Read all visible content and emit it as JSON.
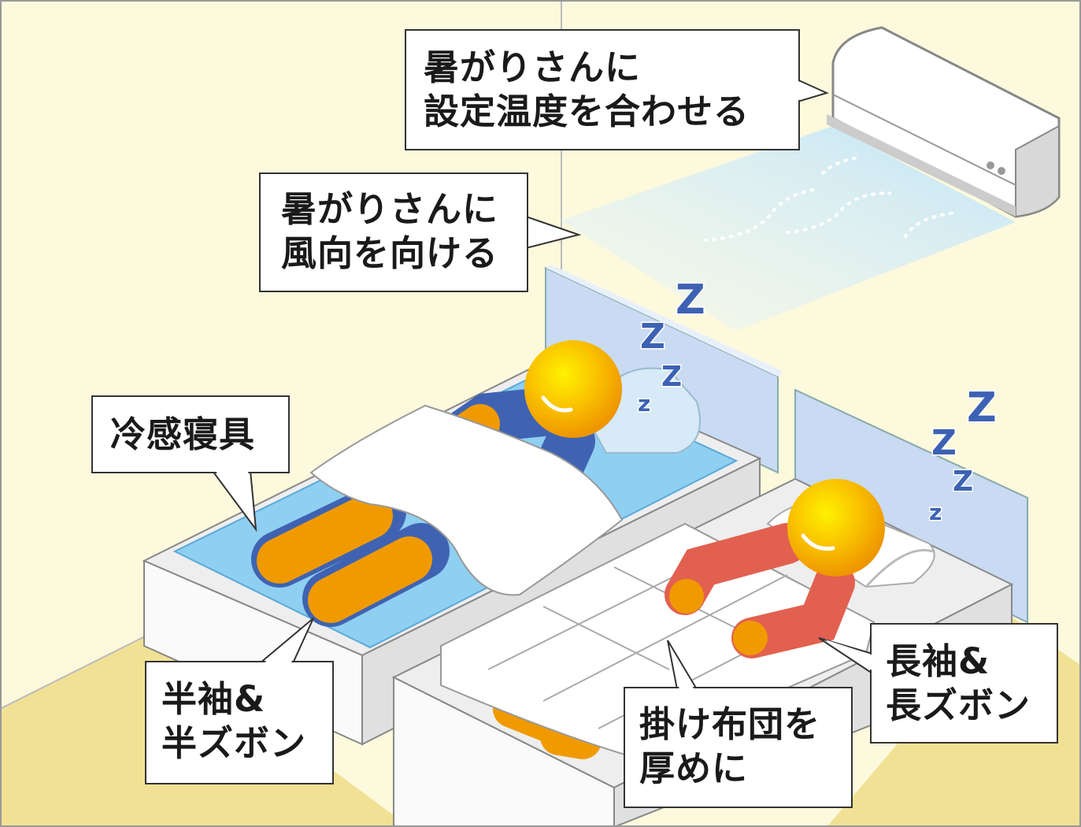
{
  "callouts": {
    "ac_temp": {
      "line1": "暑がりさんに",
      "line2": "設定温度を合わせる"
    },
    "wind_direction": {
      "line1": "暑がりさんに",
      "line2": "風向を向ける"
    },
    "cool_bedding": {
      "line1": "冷感寝具"
    },
    "short_sleeves": {
      "line1": "半袖&",
      "line2": "半ズボン"
    },
    "thick_comforter": {
      "line1": "掛け布団を",
      "line2": "厚めに"
    },
    "long_sleeves": {
      "line1": "長袖&",
      "line2": "長ズボン"
    }
  },
  "sleep_marks": {
    "big": "Z",
    "mid": "Z",
    "small": "Z",
    "tiny": "z"
  },
  "colors": {
    "wall": "#fdf9dd",
    "floor": "#f1e194",
    "sleep_z": "#3d62b3",
    "skin": "#f09a00",
    "pajama_blue": "#3f63b2",
    "pajama_red": "#e2604f",
    "cool_mat": "#8fcff1"
  }
}
